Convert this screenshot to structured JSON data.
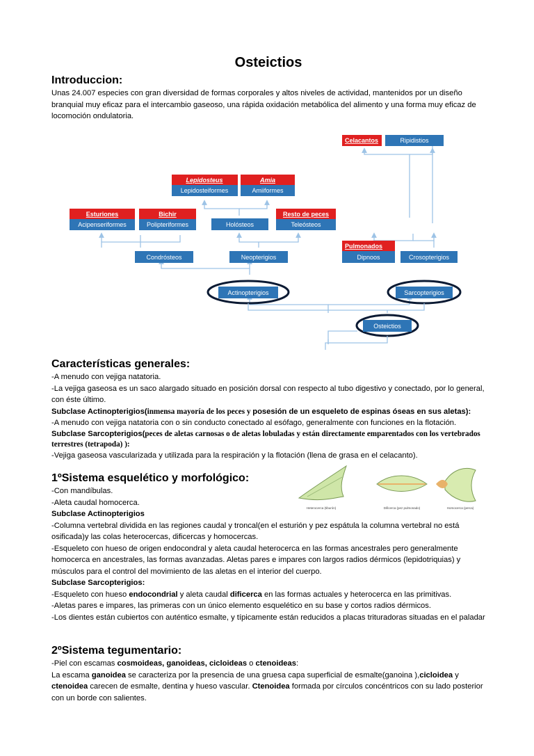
{
  "title": "Osteictios",
  "intro": {
    "heading": "Introduccion:",
    "text": "Unas 24.007 especies con gran diversidad de formas corporales y altos niveles de actividad, mantenidos por un diseño branquial muy eficaz para el intercambio gaseoso, una rápida oxidación metabólica del alimento y una forma muy eficaz de locomoción ondulatoria."
  },
  "diagram": {
    "colors": {
      "blue": "#2e75b6",
      "red": "#e02020",
      "arrow": "#9dc3e6",
      "ellipse": "#0b1a33"
    },
    "nodes": {
      "celacantos": "Celacantos",
      "ripidistios": "Ripidistios",
      "lepidosteus": "Lepidosteus",
      "lepidosteiformes": "Lepidosteiformes",
      "amia": "Amia",
      "amiiformes": "Amiiformes",
      "esturiones": "Esturiones",
      "acipenseriformes": "Acipenseriformes",
      "bichir": "Bichir",
      "polipteriformes": "Polipteriformes",
      "holosteos": "Holósteos",
      "resto_peces": "Resto de peces",
      "teleosteos": "Teleósteos",
      "pulmonados": "Pulmonados",
      "dipnoos": "Dipnoos",
      "crosopterigios": "Crosopterigios",
      "condrosteos": "Condrósteos",
      "neopterigios": "Neopterigios",
      "actinopterigios": "Actinopterigios",
      "sarcopterigios": "Sarcopterigios",
      "osteictios": "Osteictios"
    }
  },
  "general": {
    "heading": "Características generales:",
    "l1": "-A menudo con vejiga natatoria.",
    "l2": "-La vejiga gaseosa es un saco alargado situado en posición dorsal con respecto al tubo digestivo y conectado, por lo general, con éste último.",
    "actino_label": "Subclase Actinopterigios(",
    "actino_serif": "inmensa mayoría de los peces y ",
    "actino_rest": "posesión de un esqueleto de espinas óseas en sus aletas):",
    "l3": "-A menudo con vejiga natatoria con o sin conducto conectado al esófago, generalmente con funciones en la flotación.",
    "sarco_label": "Subclase Sarcopterigios(",
    "sarco_serif": "peces de aletas carnosas o de aletas lobuladas y están directamente emparentados con los vertebrados terrestres (tetrapoda) ):",
    "l4": "-Vejiga gaseosa vascularizada y utilizada para la respiración y la flotación (llena de grasa en el celacanto)."
  },
  "skeleton": {
    "heading": "1ºSistema esquelético y morfológico:",
    "l1": "-Con mandíbulas.",
    "l2": "-Aleta caudal homocerca.",
    "sub1": "Subclase Actinopterigios",
    "l3": "-Columna vertebral dividida en las regiones caudal y troncal(en el esturión y pez espátula la columna vertebral no está osificada)y las colas heterocercas, dificercas y homocercas.",
    "l4": "-Esqueleto con hueso de origen endocondral y aleta caudal heterocerca en las formas ancestrales pero generalmente homocerca en ancestrales, las formas avanzadas. Aletas pares e impares con largos radios dérmicos (lepidotriquias) y músculos para el control del movimiento de las aletas en el interior del cuerpo.",
    "sub2": "Subclase Sarcopterigios:",
    "l5a": "-Esqueleto con hueso ",
    "l5b": "endocondrial",
    "l5c": " y aleta caudal ",
    "l5d": "dificerca",
    "l5e": " en las formas actuales y heterocerca en las primitivas.",
    "l6": "-Aletas pares e impares, las primeras con un único elemento esquelético en su base y cortos radios dérmicos.",
    "l7": "-Los dientes están cubiertos con auténtico esmalte, y típicamente están reducidos a placas trituradoras situadas en el paladar",
    "fin_labels": [
      "Heterocerca (tiburón)",
      "Dificerca (pez pulmonado)",
      "Homocerca (perca)"
    ]
  },
  "integument": {
    "heading": "2ºSistema tegumentario:",
    "l1a": "-Piel con escamas ",
    "l1b": "cosmoideas, ganoideas, cicloideas",
    "l1c": " o ",
    "l1d": "ctenoideas",
    "l1e": ":",
    "l2a": "La escama ",
    "l2b": "ganoidea",
    "l2c": " se caracteriza por la presencia de una gruesa capa superficial de esmalte(ganoina ),",
    "l2d": "cicloidea",
    "l2e": " y ",
    "l2f": "ctenoidea",
    "l2g": " carecen de esmalte, dentina y hueso vascular. ",
    "l2h": "Ctenoidea",
    "l2i": " formada por círculos concéntricos con su lado posterior con un borde con salientes."
  }
}
